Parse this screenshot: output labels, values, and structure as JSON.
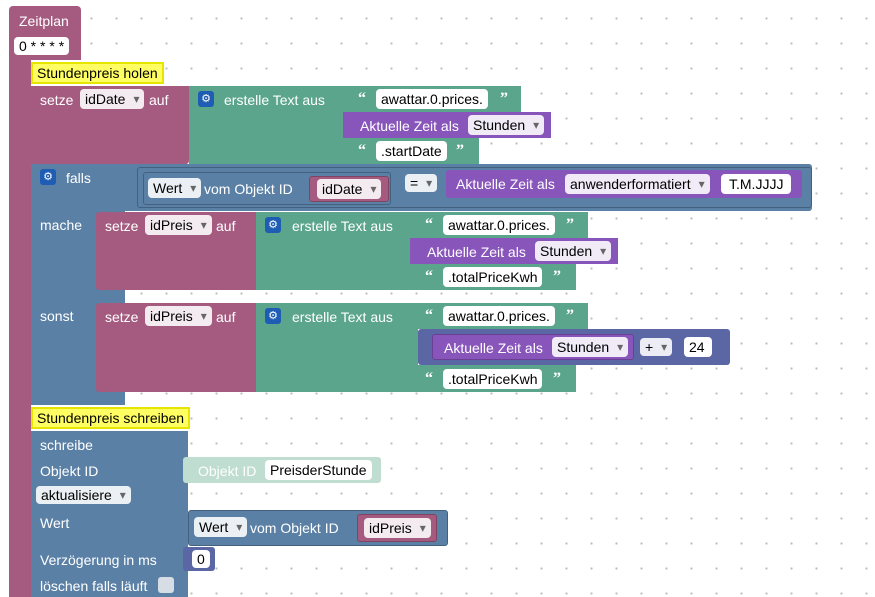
{
  "colors": {
    "event": "#a55b80",
    "text": "#5ba58c",
    "logic": "#5b80a5",
    "time": "#8855bb",
    "variable": "#a55b80",
    "math": "#5b67a5",
    "comment": "#ffff63"
  },
  "schedule": {
    "title": "Zeitplan",
    "cron": "0 * * * *"
  },
  "comment1": "Stundenpreis holen",
  "set1": {
    "setze": "setze",
    "var": "idDate",
    "auf": "auf",
    "create": "erstelle Text aus",
    "str1": "awattar.0.prices.",
    "time_label": "Aktuelle Zeit als",
    "time_unit": "Stunden",
    "str2": ".startDate"
  },
  "if_block": {
    "falls": "falls",
    "wert": "Wert",
    "vom": "vom Objekt ID",
    "var": "idDate",
    "op": "=",
    "time_label": "Aktuelle Zeit als",
    "time_fmt": "anwenderformatiert",
    "fmt": "T.M.JJJJ",
    "mache": "mache",
    "sonst": "sonst"
  },
  "set2": {
    "setze": "setze",
    "var": "idPreis",
    "auf": "auf",
    "create": "erstelle Text aus",
    "str1": "awattar.0.prices.",
    "time_label": "Aktuelle Zeit als",
    "time_unit": "Stunden",
    "str2": ".totalPriceKwh"
  },
  "set3": {
    "setze": "setze",
    "var": "idPreis",
    "auf": "auf",
    "create": "erstelle Text aus",
    "str1": "awattar.0.prices.",
    "time_label": "Aktuelle Zeit als",
    "time_unit": "Stunden",
    "op": "+",
    "num": "24",
    "str2": ".totalPriceKwh"
  },
  "comment2": "Stundenpreis schreiben",
  "write": {
    "schreibe": "schreibe",
    "objekt_id": "Objekt ID",
    "mode": "aktualisiere",
    "wert": "Wert",
    "delay": "Verzögerung in ms",
    "clear": "löschen falls läuft",
    "obj_label": "Objekt ID",
    "obj_value": "PreisderStunde",
    "val_wert": "Wert",
    "val_vom": "vom Objekt ID",
    "val_var": "idPreis",
    "delay_value": "0"
  }
}
